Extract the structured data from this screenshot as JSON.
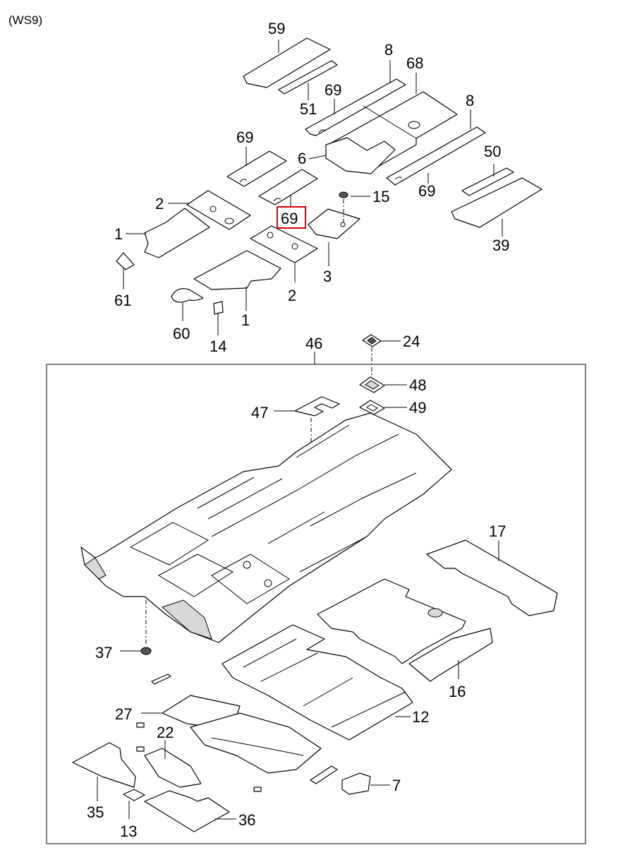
{
  "header": {
    "model_code": "(WS9)"
  },
  "highlight": {
    "color": "#d40000",
    "label": "69"
  },
  "callouts": {
    "p59": "59",
    "p51": "51",
    "p8a": "8",
    "p68": "68",
    "p69a": "69",
    "p8b": "8",
    "p6": "6",
    "p69b": "69",
    "p50": "50",
    "p39": "39",
    "p69c": "69",
    "p2a": "2",
    "p15": "15",
    "p1a": "1",
    "p3": "3",
    "p61": "61",
    "p2b": "2",
    "p1b": "1",
    "p60": "60",
    "p14": "14",
    "p46": "46",
    "p24": "24",
    "p48": "48",
    "p49": "49",
    "p47": "47",
    "p17": "17",
    "p37": "37",
    "p16": "16",
    "p12": "12",
    "p27": "27",
    "p22": "22",
    "p7": "7",
    "p35": "35",
    "p13": "13",
    "p36": "36"
  }
}
